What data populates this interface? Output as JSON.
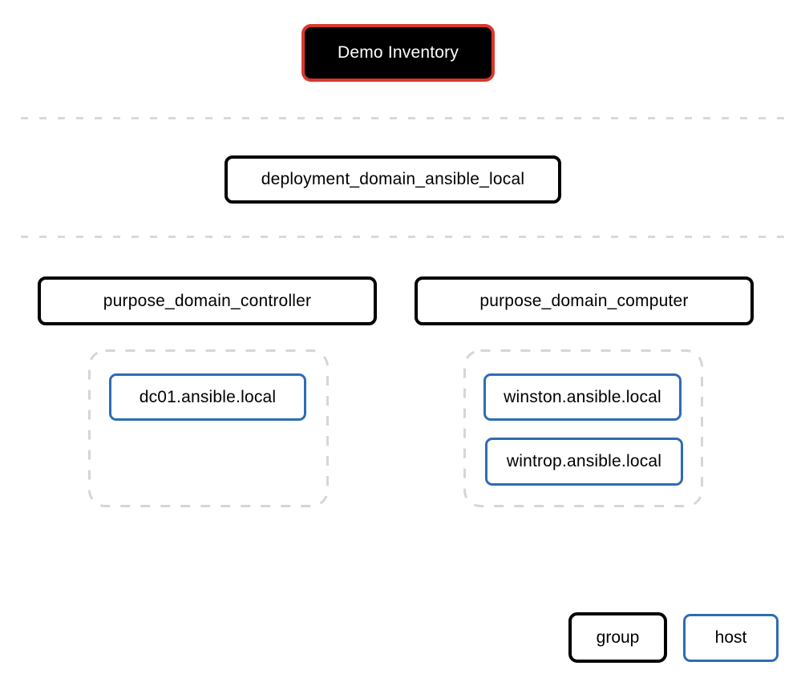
{
  "inventory": {
    "root": {
      "label": "Demo Inventory"
    },
    "deployment": {
      "label": "deployment_domain_ansible_local"
    },
    "groups": [
      {
        "label": "purpose_domain_controller",
        "hosts": [
          "dc01.ansible.local"
        ]
      },
      {
        "label": "purpose_domain_computer",
        "hosts": [
          "winston.ansible.local",
          "wintrop.ansible.local"
        ]
      }
    ]
  },
  "legend": {
    "group": "group",
    "host": "host"
  },
  "colors": {
    "root_fill": "#000000",
    "root_border": "#d9382c",
    "root_text": "#ffffff",
    "group_border": "#000000",
    "host_border": "#2d6cb5",
    "separator_dash": "#d9d9d9",
    "zone_dash": "#d6d6d6",
    "background": "#ffffff"
  }
}
